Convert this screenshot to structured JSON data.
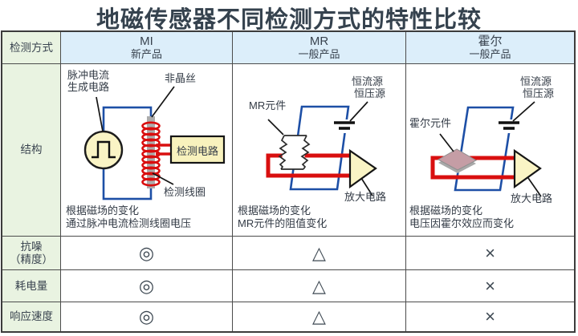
{
  "title": "地磁传感器不同检测方式的特性比较",
  "header": {
    "corner": "检测方式",
    "columns": [
      {
        "name": "MI",
        "subtitle": "新产品"
      },
      {
        "name": "MR",
        "subtitle": "一般产品"
      },
      {
        "name": "霍尔",
        "subtitle": "一般产品"
      }
    ]
  },
  "structure": {
    "row_label": "结构",
    "mi": {
      "labels": {
        "pulse_gen_line1": "脉冲电流",
        "pulse_gen_line2": "生成电路",
        "amorphous_wire": "非晶丝",
        "detect_circuit": "检测电路",
        "detect_coil": "检测线圈"
      },
      "caption_line1": "根据磁场的变化",
      "caption_line2": "通过脉冲电流检测线圈电压"
    },
    "mr": {
      "labels": {
        "element": "MR元件",
        "source_line1": "恒流源",
        "source_line2": "恒压源",
        "amplifier": "放大电路"
      },
      "caption_line1": "根据磁场的变化",
      "caption_line2": "MR元件的阻值变化"
    },
    "hall": {
      "labels": {
        "element": "霍尔元件",
        "source_line1": "恒流源",
        "source_line2": "恒压源",
        "amplifier": "放大电路"
      },
      "caption_line1": "根据磁场的变化",
      "caption_line2": "电压因霍尔效应而变化"
    }
  },
  "ratings": {
    "rows": [
      {
        "label_line1": "抗噪",
        "label_line2": "（精度）",
        "values": [
          "◎",
          "△",
          "×"
        ]
      },
      {
        "label_line1": "耗电量",
        "label_line2": "",
        "values": [
          "◎",
          "△",
          "×"
        ]
      },
      {
        "label_line1": "响应速度",
        "label_line2": "",
        "values": [
          "◎",
          "△",
          "×"
        ]
      }
    ]
  },
  "colors": {
    "header_green": "#e9f3e1",
    "header_blue": "#dceefa",
    "circuit_blue": "#1d4fa6",
    "circuit_red": "#d90f0f",
    "component_yellow": "#faf4c5",
    "hall_element_pink": "#c59da5",
    "title_text": "#35424e",
    "symbol_text": "#3d4852"
  }
}
